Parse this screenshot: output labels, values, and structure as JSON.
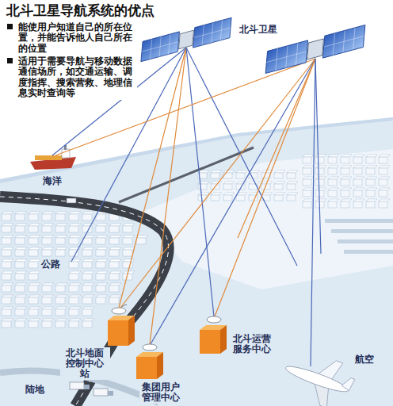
{
  "diagram": {
    "title": "北斗卫星导航系统的优点",
    "labels": [
      "能使用户知道自己的所在位置，并能告诉他人自己所在的位置",
      "适用于需要导航与移动数据通信场所，如交通运输、调度指挥、搜索营救、地理信息实时查询等",
      "北斗卫星",
      "海洋",
      "公路",
      "北斗地面控制中心站",
      "陆地",
      "集团用户管理中心",
      "北斗运营服务中心",
      "航空"
    ]
  }
}
